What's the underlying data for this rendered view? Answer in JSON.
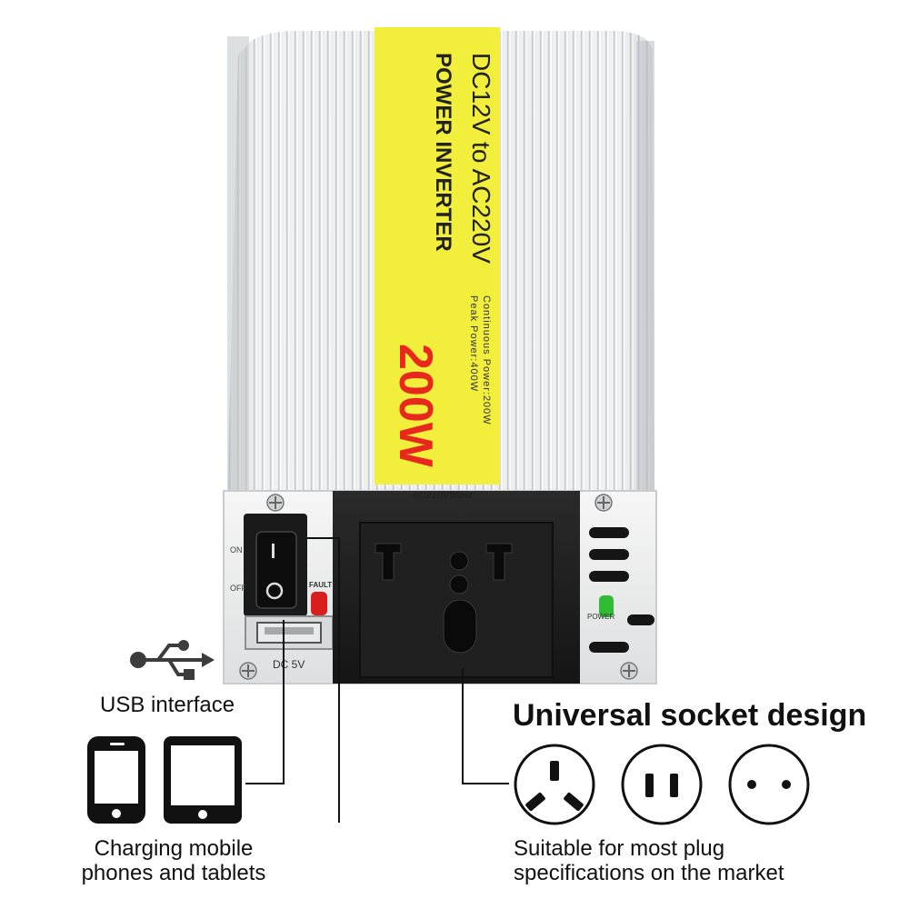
{
  "product": {
    "label_line1": "DC12V to AC220V",
    "label_line2": "POWER INVERTER",
    "continuous_power": "Continuous Power:200W",
    "peak_power": "Peak Power:400W",
    "wattage": "200W",
    "socket_rating": "AC220V50Hz",
    "switch_on": "ON",
    "switch_off": "OFF",
    "fault_label": "FAULT",
    "power_label": "POWER",
    "usb_label": "DC 5V"
  },
  "usb": {
    "caption": "USB interface",
    "icon": "usb-icon"
  },
  "devices": {
    "caption_line1": "Charging mobile",
    "caption_line2": "phones and tablets",
    "phone_icon": "phone-icon",
    "tablet_icon": "tablet-icon"
  },
  "socket": {
    "heading": "Universal socket design",
    "caption_line1": "Suitable for most plug",
    "caption_line2": "specifications on the market",
    "plug_icons": [
      "plug-type-i-icon",
      "plug-type-a-icon",
      "plug-type-c-icon"
    ]
  },
  "colors": {
    "label_yellow": "#f2ee3c",
    "wattage_red": "#e8281c",
    "housing_silver": "#d9dbdd",
    "socket_black": "#1c1c1c"
  }
}
